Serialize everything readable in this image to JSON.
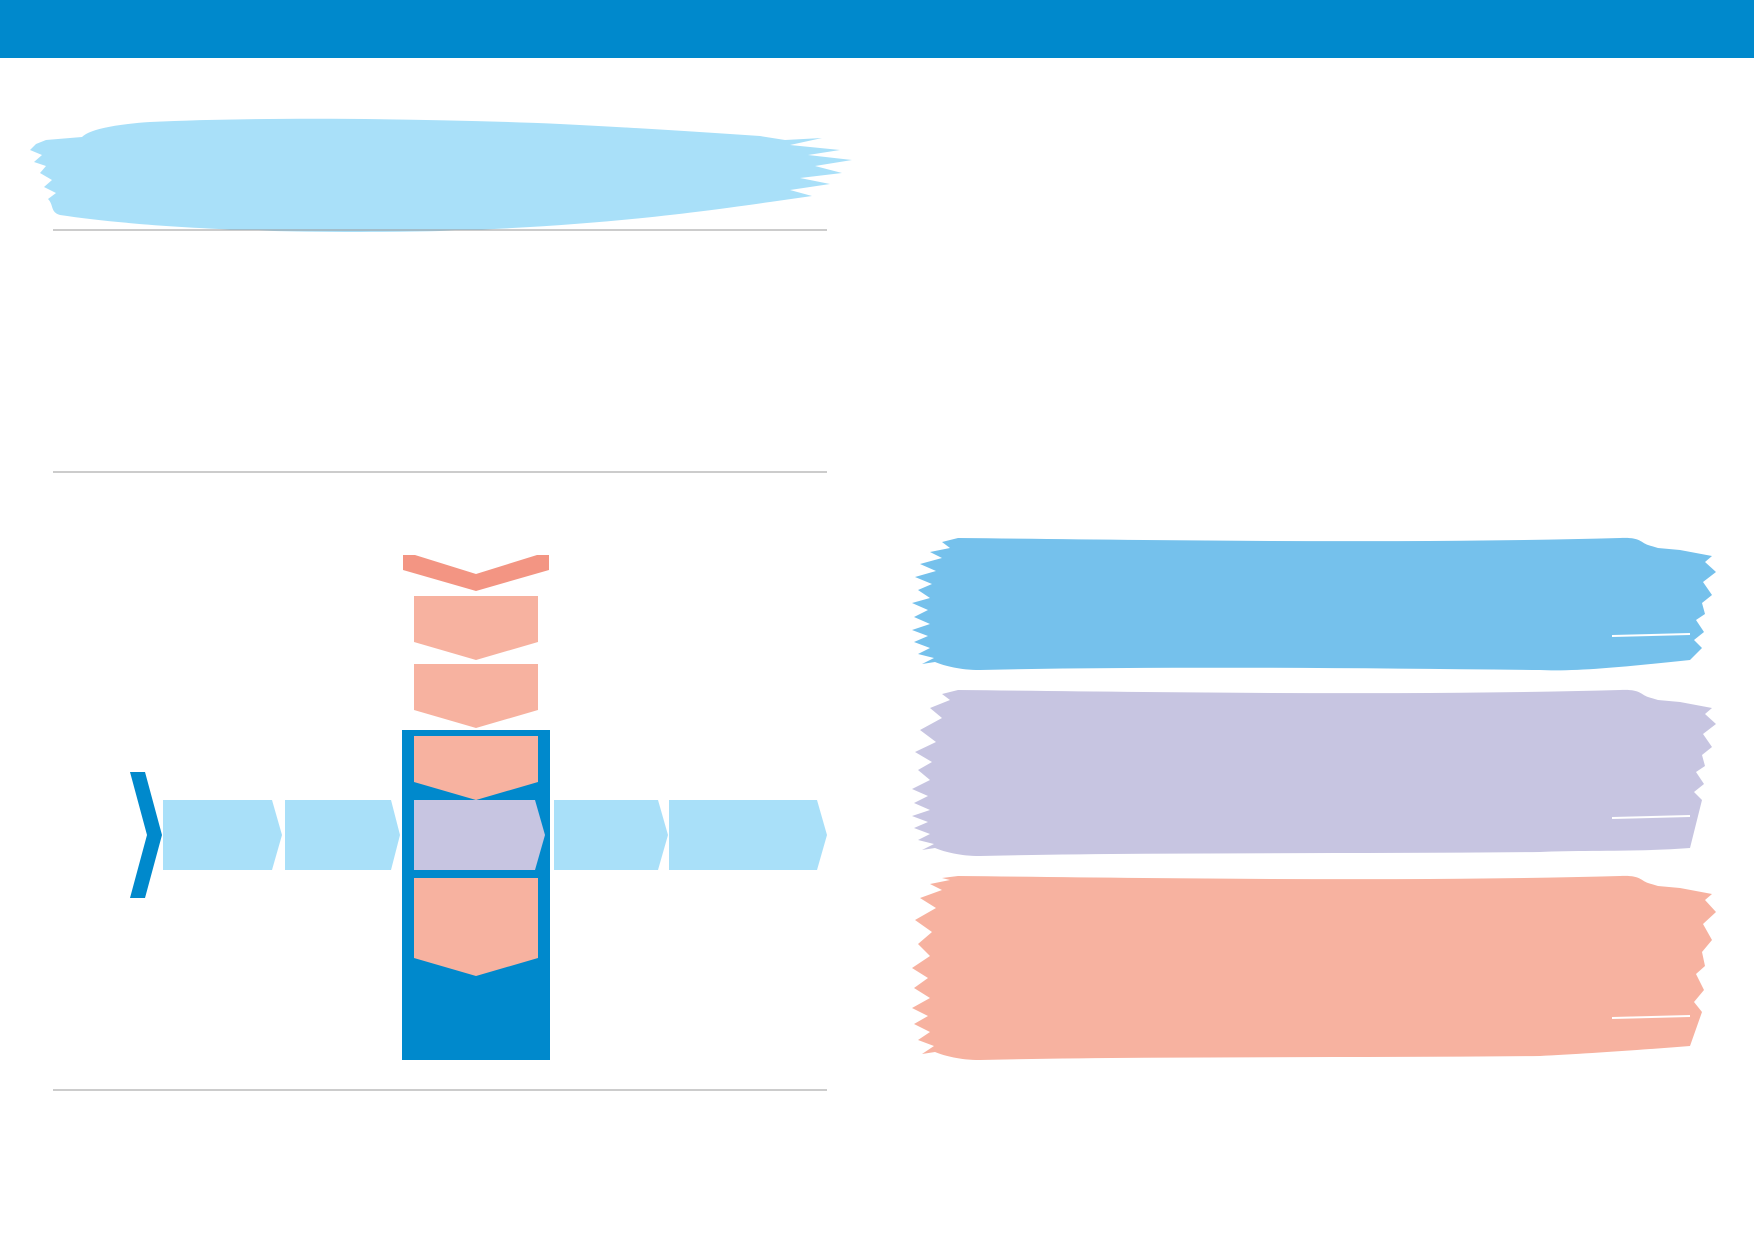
{
  "colors": {
    "header_bar": "#0089cc",
    "light_blue": "#a9e0f9",
    "medium_blue": "#75c1ec",
    "lavender": "#c7c5e1",
    "salmon": "#f7b2a0",
    "salmon_dark": "#f39583",
    "dark_blue": "#0089cc",
    "rule": "#9a9a9a"
  },
  "icons": {
    "start_marker": "chevron-right-icon",
    "top_marker": "chevron-down-icon"
  },
  "flow": {
    "horizontal_steps": 5,
    "vertical_steps": 5,
    "highlighted_step": "center"
  },
  "banners": [
    "light_blue",
    "medium_blue",
    "lavender",
    "salmon"
  ]
}
